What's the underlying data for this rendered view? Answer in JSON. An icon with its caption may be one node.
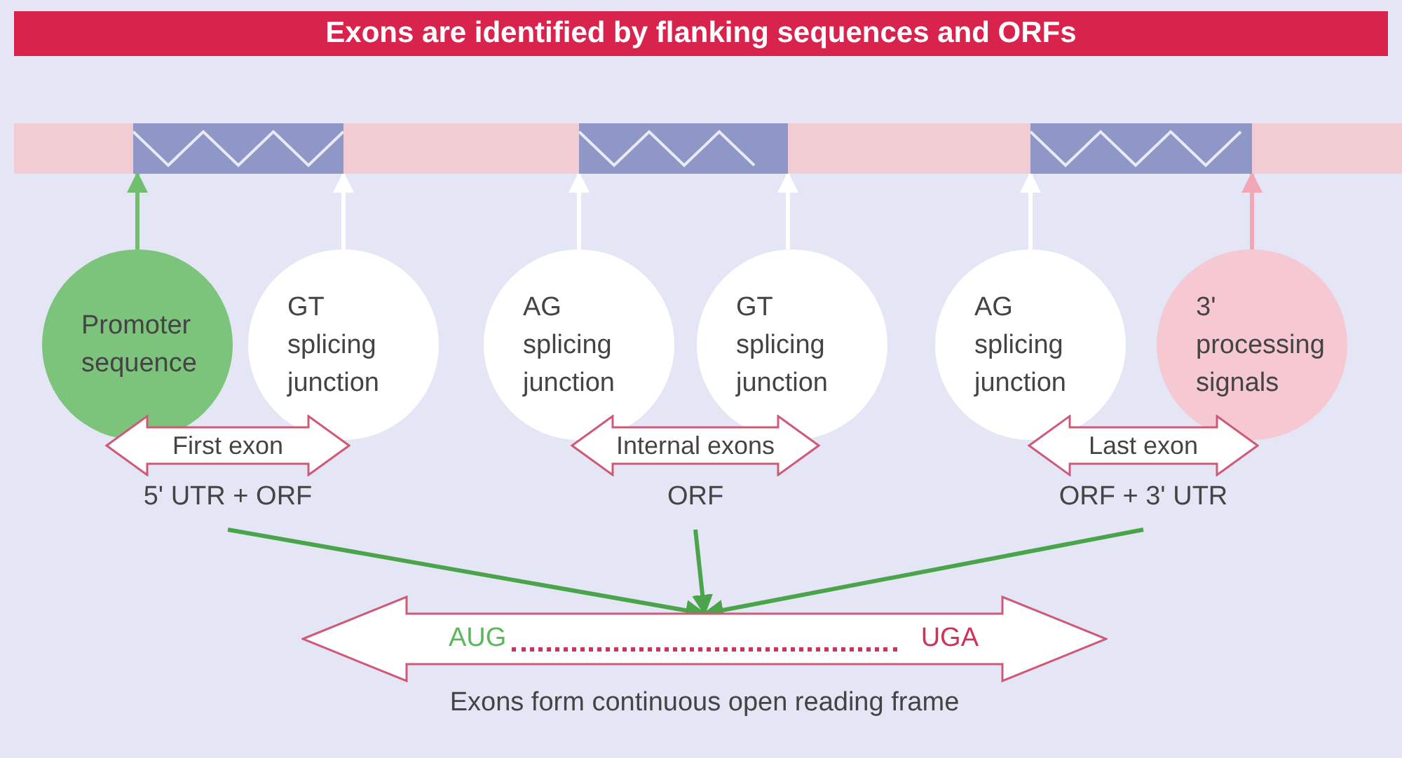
{
  "diagram": {
    "title": "Exons are identified by flanking sequences and ORFs",
    "nodes": [
      {
        "text": [],
        "shape": "bar"
      },
      {
        "text": [],
        "shape": "bar"
      },
      {
        "text": [],
        "shape": "bar"
      },
      {
        "text": [
          "Promoter sequence"
        ]
      },
      {
        "text": [
          "GT splicing junction"
        ]
      },
      {
        "text": [
          "AG splicing junction"
        ]
      },
      {
        "text": [
          "GT splicing junction"
        ]
      },
      {
        "text": [
          "AG splicing junction"
        ]
      },
      {
        "text": [
          "3' processing signals"
        ]
      },
      {
        "text": [
          "First exon"
        ],
        "beside": [
          "5' UTR + ORF"
        ]
      },
      {
        "text": [
          "Internal exons"
        ],
        "beside": [
          "ORF"
        ]
      },
      {
        "text": [
          "Last exon"
        ],
        "beside": [
          "ORF + 3' UTR"
        ]
      },
      {
        "text": [
          "AUG",
          "UGA"
        ],
        "beside": [
          "Exons form continuous open reading frame"
        ]
      }
    ],
    "edges": [
      {
        "from": 3,
        "to": 0,
        "arrow": "to",
        "color": "#6fbf6f"
      },
      {
        "from": 4,
        "to": 0,
        "arrow": "to",
        "color": "#ffffff"
      },
      {
        "from": 5,
        "to": 1,
        "arrow": "to",
        "color": "#ffffff"
      },
      {
        "from": 6,
        "to": 1,
        "arrow": "to",
        "color": "#ffffff"
      },
      {
        "from": 7,
        "to": 2,
        "arrow": "to",
        "color": "#ffffff"
      },
      {
        "from": 8,
        "to": 2,
        "arrow": "to",
        "color": "#f2a7b6"
      },
      {
        "from": 9,
        "to": 12,
        "arrow": "to",
        "color": "#4aa54a"
      },
      {
        "from": 10,
        "to": 12,
        "arrow": "to",
        "color": "#4aa54a"
      },
      {
        "from": 11,
        "to": 12,
        "arrow": "to",
        "color": "#4aa54a"
      }
    ]
  }
}
